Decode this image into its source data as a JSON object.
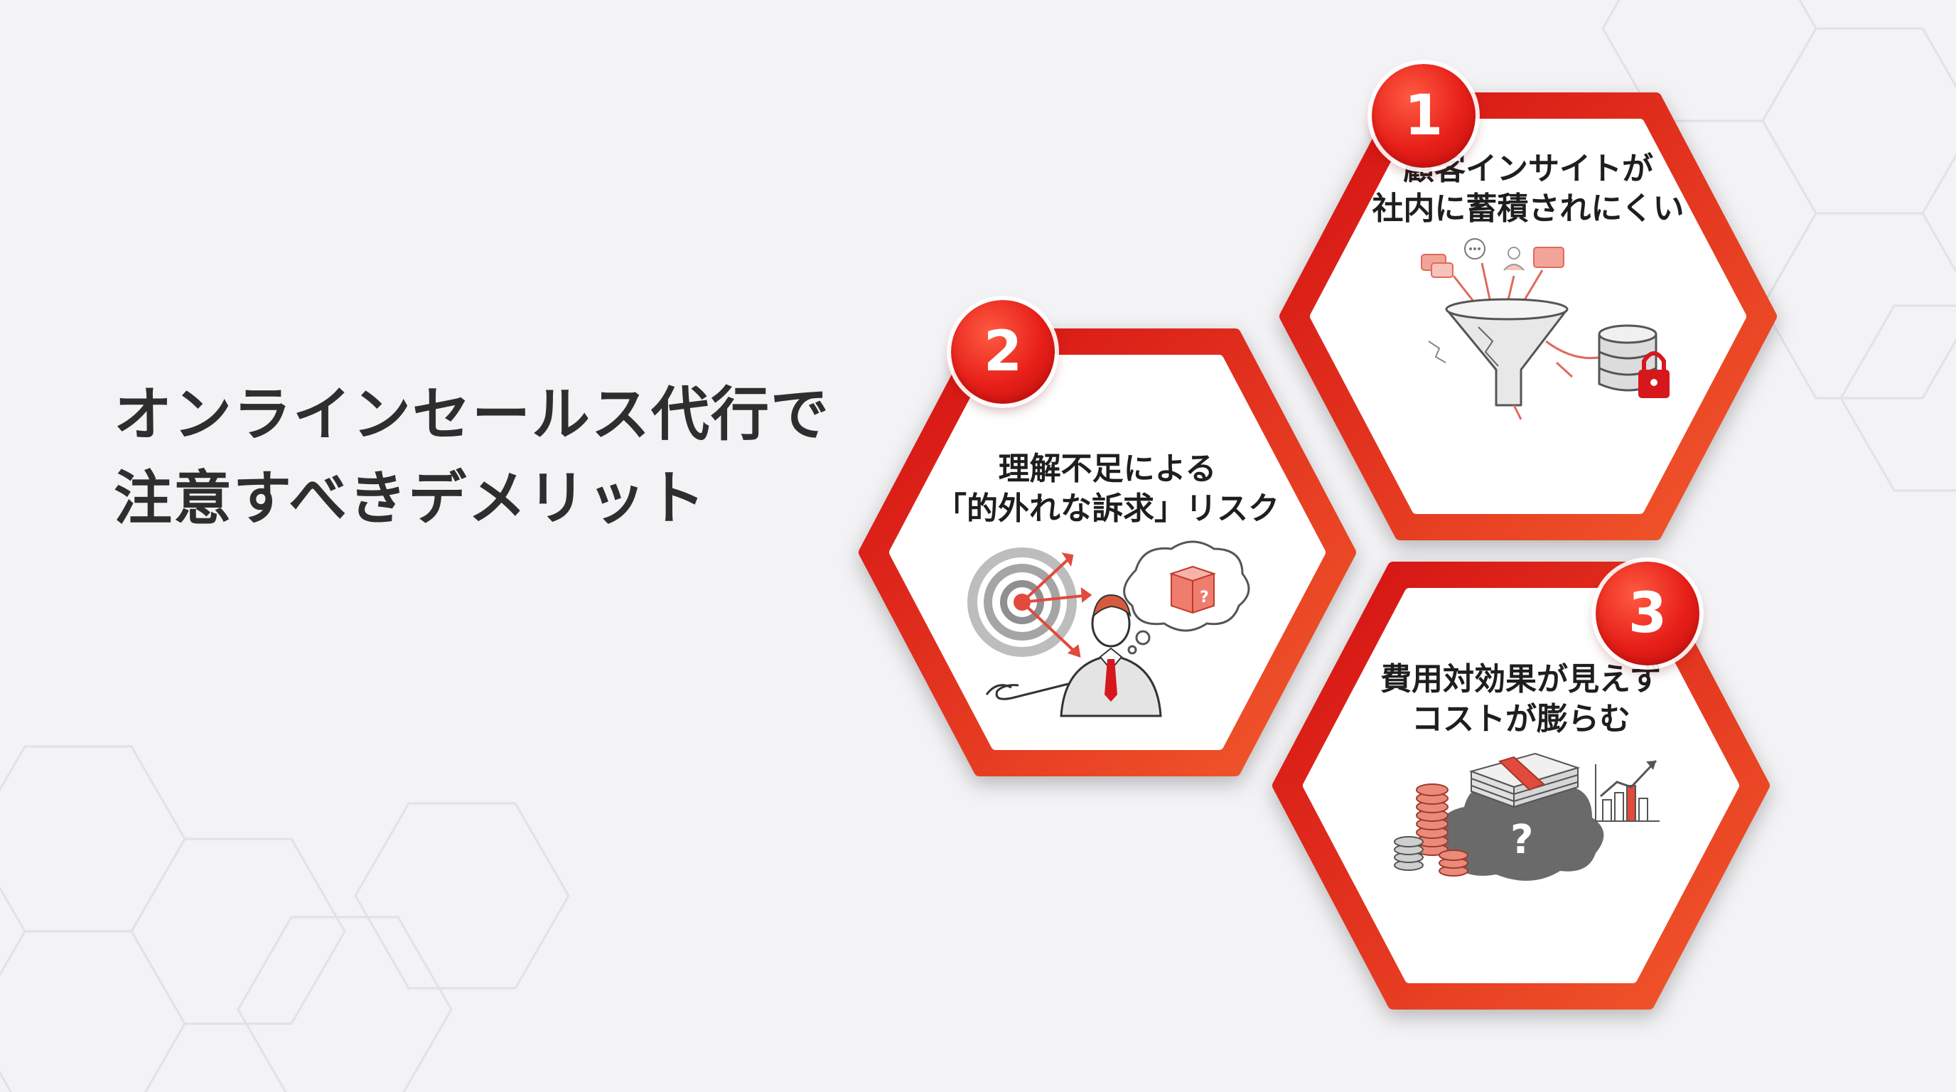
{
  "slide": {
    "title_lines": [
      "オンラインセールス代行で",
      "注意すべきデメリット"
    ]
  },
  "cards": [
    {
      "number": "1",
      "title_lines": [
        "顧客インサイトが",
        "社内に蓄積されにくい"
      ],
      "illustration": "funnel-data-lock-icon"
    },
    {
      "number": "2",
      "title_lines": [
        "理解不足による",
        "「的外れな訴求」リスク"
      ],
      "illustration": "target-missed-person-icon"
    },
    {
      "number": "3",
      "title_lines": [
        "費用対効果が見えず",
        "コストが膨らむ"
      ],
      "illustration": "money-cloud-chart-icon"
    }
  ],
  "colors": {
    "accent_red": "#e11d15",
    "accent_orange": "#f0522a",
    "text_dark": "#2e2e2e",
    "background": "#f3f3f5"
  }
}
